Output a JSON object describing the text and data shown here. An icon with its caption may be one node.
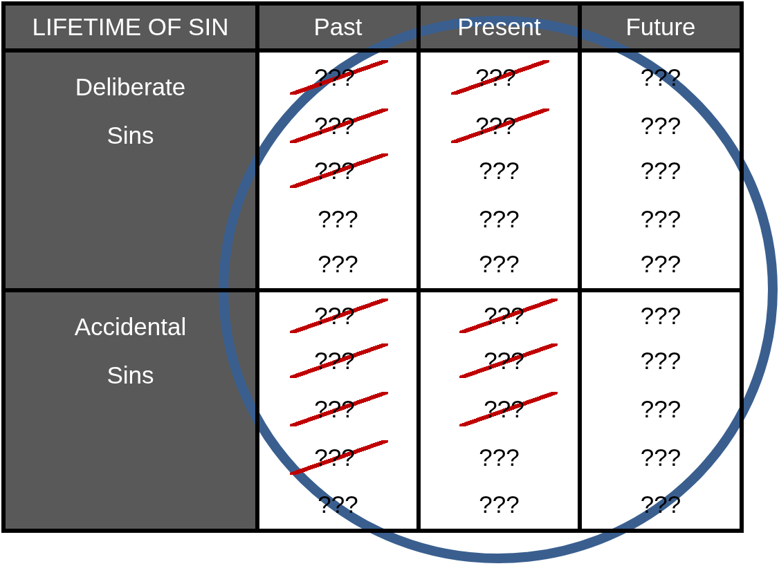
{
  "diagram": {
    "labels": [
      "LIFETIME OF SIN",
      "Past",
      "Present",
      "Future",
      "Deliberate Sins",
      "???",
      "???",
      "???",
      "???",
      "???",
      "???",
      "???",
      "???",
      "???",
      "???",
      "???",
      "???",
      "???",
      "???",
      "???",
      "Accidental Sins",
      "???",
      "???",
      "???",
      "???",
      "???",
      "???",
      "???",
      "???",
      "???",
      "???",
      "???",
      "???",
      "???",
      "???",
      "???"
    ]
  }
}
